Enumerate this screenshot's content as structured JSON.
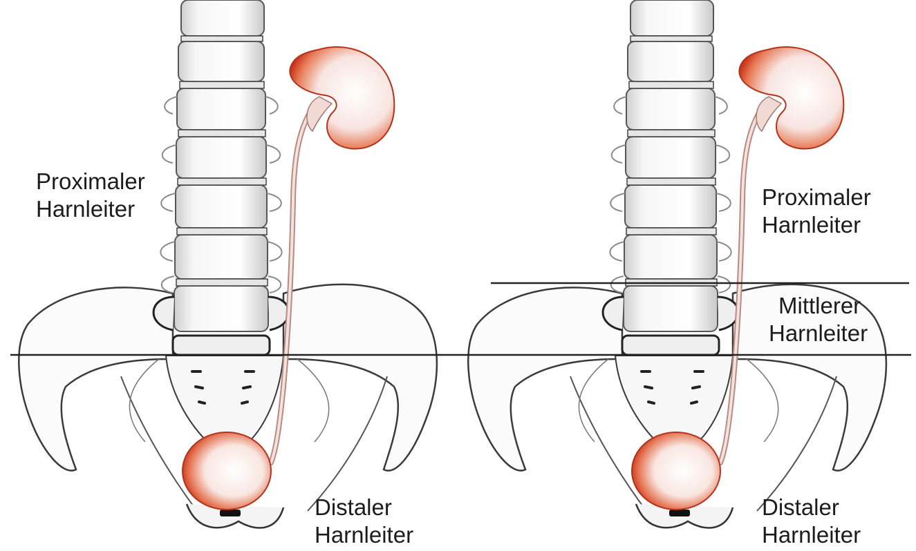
{
  "panels": [
    {
      "id": "two-segment",
      "labels": {
        "proximal": [
          "Proximaler",
          "Harnleiter"
        ],
        "distal": [
          "Distaler",
          "Harnleiter"
        ]
      }
    },
    {
      "id": "three-segment",
      "labels": {
        "proximal": [
          "Proximaler",
          "Harnleiter"
        ],
        "middle": [
          "Mittlerer",
          "Harnleiter"
        ],
        "distal": [
          "Distaler",
          "Harnleiter"
        ]
      }
    }
  ],
  "colors": {
    "organ": "#d9461f",
    "bone": "#3a3a3a",
    "ureter": "#c79a90",
    "divider": "#222222"
  }
}
